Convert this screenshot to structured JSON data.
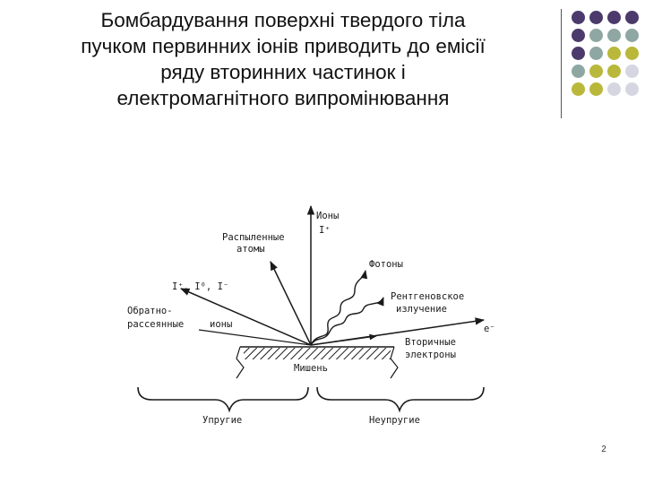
{
  "slide": {
    "title_lines": [
      "Бомбардування поверхні твердого тіла",
      "пучком первинних іонів приводить до емісії",
      "ряду вторинних частинок і",
      "електромагнітного випромінювання"
    ],
    "page_number": "2"
  },
  "decoration": {
    "dot_colors": {
      "purple": "#4b3a6b",
      "teal": "#8fa7a3",
      "olive": "#b9b83a",
      "light": "#d6d6e2"
    },
    "dot_grid": [
      [
        "purple",
        "purple",
        "purple",
        "purple"
      ],
      [
        "purple",
        "teal",
        "teal",
        "teal"
      ],
      [
        "purple",
        "teal",
        "olive",
        "olive"
      ],
      [
        "teal",
        "olive",
        "olive",
        "light"
      ],
      [
        "olive",
        "olive",
        "light",
        "light"
      ]
    ]
  },
  "diagram": {
    "labels": {
      "ions_top": "Ионы",
      "ions_symbol": "I⁺",
      "sputtered_1": "Распыленные",
      "sputtered_2": "атомы",
      "photons": "Фотоны",
      "ion_charges": "I⁺, I⁰, I⁻",
      "xray_1": "Рентгеновское",
      "xray_2": "излучение",
      "backscattered_1": "Обратно-",
      "backscattered_2": "рассеянные",
      "backscattered_3": "ионы",
      "electron_symbol": "e⁻",
      "secondary_1": "Вторичные",
      "secondary_2": "электроны",
      "target": "Мишень",
      "elastic": "Упругие",
      "inelastic": "Неупругие"
    }
  }
}
